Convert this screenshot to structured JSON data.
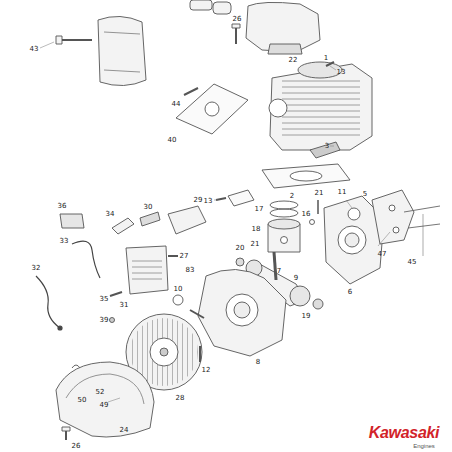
{
  "diagram": {
    "labels": [
      "43",
      "26",
      "22",
      "13",
      "44",
      "40",
      "1",
      "3",
      "13",
      "2",
      "21",
      "17",
      "16",
      "11",
      "5",
      "18",
      "21",
      "47",
      "45",
      "36",
      "34",
      "30",
      "29",
      "20",
      "7",
      "6",
      "33",
      "27",
      "32",
      "9",
      "19",
      "83",
      "10",
      "35",
      "31",
      "39",
      "8",
      "12",
      "28",
      "52",
      "50",
      "49",
      "24",
      "26",
      "Kawasaki",
      "Engines"
    ]
  }
}
